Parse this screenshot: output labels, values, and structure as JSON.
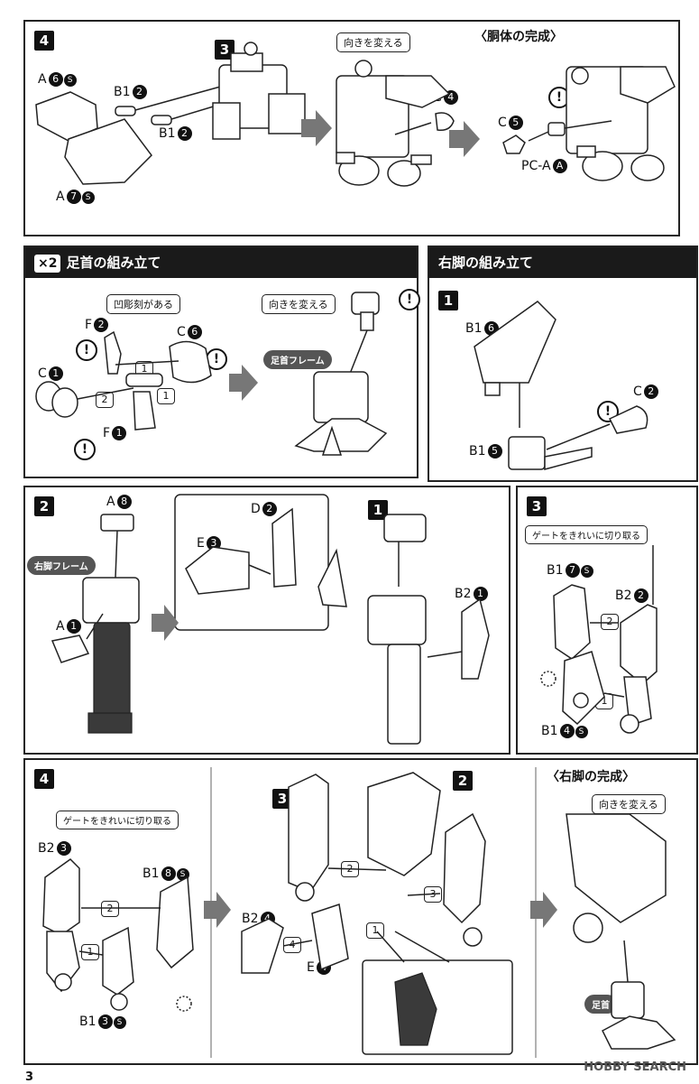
{
  "page_number": "3",
  "watermark": "HOBBY SEARCH",
  "top_panel": {
    "step": "4",
    "step_ref": "3",
    "callout_turn": "向きを変える",
    "section_title": "〈胴体の完成〉",
    "labels": {
      "a6": "A",
      "a6_num": "6",
      "a7": "A",
      "a7_num": "7",
      "b1_2a": "B1",
      "b1_2a_num": "2",
      "b1_2b": "B1",
      "b1_2b_num": "2",
      "c4": "C",
      "c4_num": "4",
      "c5": "C",
      "c5_num": "5",
      "pca": "PC-A",
      "pca_num": "A"
    },
    "sprue_mark": "S"
  },
  "ankle_panel": {
    "multiplier": "×2",
    "title": "足首の組み立て",
    "callout_engrave": "凹彫刻がある",
    "callout_turn": "向きを変える",
    "pill_frame": "足首フレーム",
    "labels": {
      "f2": "F",
      "f2_num": "2",
      "c6": "C",
      "c6_num": "6",
      "c1": "C",
      "c1_num": "1",
      "f1": "F",
      "f1_num": "1"
    },
    "order": [
      "1",
      "2",
      "1"
    ]
  },
  "right_leg_panel": {
    "title": "右脚の組み立て",
    "step": "1",
    "labels": {
      "b16": "B1",
      "b16_num": "6",
      "c2": "C",
      "c2_num": "2",
      "b15": "B1",
      "b15_num": "5"
    }
  },
  "step2_panel": {
    "step": "2",
    "step_ref": "1",
    "pill_frame": "右脚フレーム",
    "labels": {
      "a8": "A",
      "a8_num": "8",
      "a1": "A",
      "a1_num": "1",
      "d2": "D",
      "d2_num": "2",
      "e3": "E",
      "e3_num": "3",
      "b21": "B2",
      "b21_num": "1"
    }
  },
  "step3_panel": {
    "step": "3",
    "callout_gate": "ゲートをきれいに切り取る",
    "labels": {
      "b17": "B1",
      "b17_num": "7",
      "b22": "B2",
      "b22_num": "2",
      "b14": "B1",
      "b14_num": "4"
    },
    "order": [
      "2",
      "1"
    ]
  },
  "step4_panel": {
    "step": "4",
    "step_ref_3": "3",
    "step_ref_2": "2",
    "callout_gate": "ゲートをきれいに切り取る",
    "callout_turn": "向きを変える",
    "section_title": "〈右脚の完成〉",
    "pill_ankle": "足首",
    "labels": {
      "b23": "B2",
      "b23_num": "3",
      "b18": "B1",
      "b18_num": "8",
      "b13": "B1",
      "b13_num": "3",
      "b24": "B2",
      "b24_num": "4",
      "e4": "E",
      "e4_num": "4"
    },
    "order": [
      "2",
      "1",
      "2",
      "3",
      "4",
      "1"
    ]
  },
  "colors": {
    "header_bg": "#1a1a1a",
    "arrow": "#777777",
    "frame_dark": "#3a3a3a"
  }
}
